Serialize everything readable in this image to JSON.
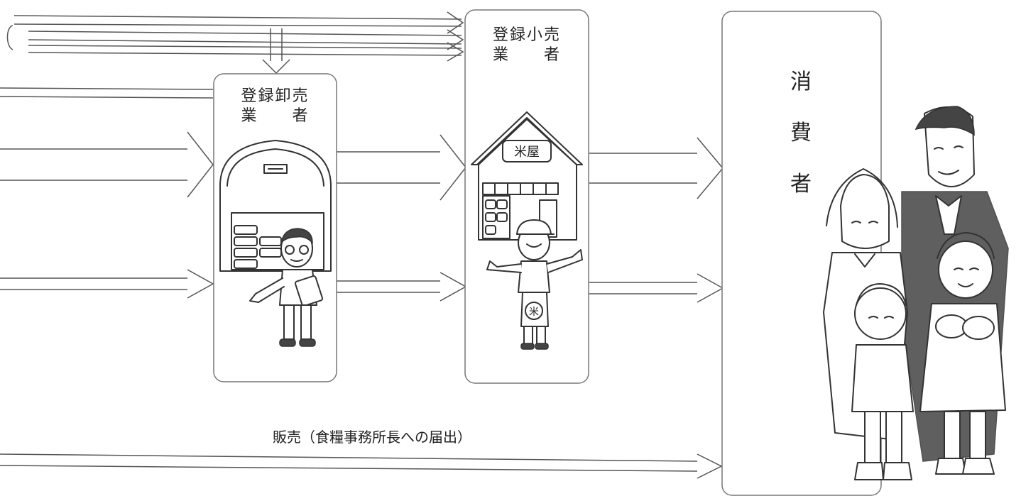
{
  "nodes": {
    "wholesaler": {
      "line1": "登録卸売",
      "line2": "業　　者"
    },
    "retailer": {
      "line1": "登録小売",
      "line2": "業　　者"
    },
    "consumer": {
      "char1": "消",
      "char2": "費",
      "char3": "者"
    }
  },
  "flows": {
    "sales_caption": "販売（食糧事務所長への届出）"
  },
  "illustrations": {
    "shop_sign": "米屋",
    "apron_emblem": "米"
  }
}
